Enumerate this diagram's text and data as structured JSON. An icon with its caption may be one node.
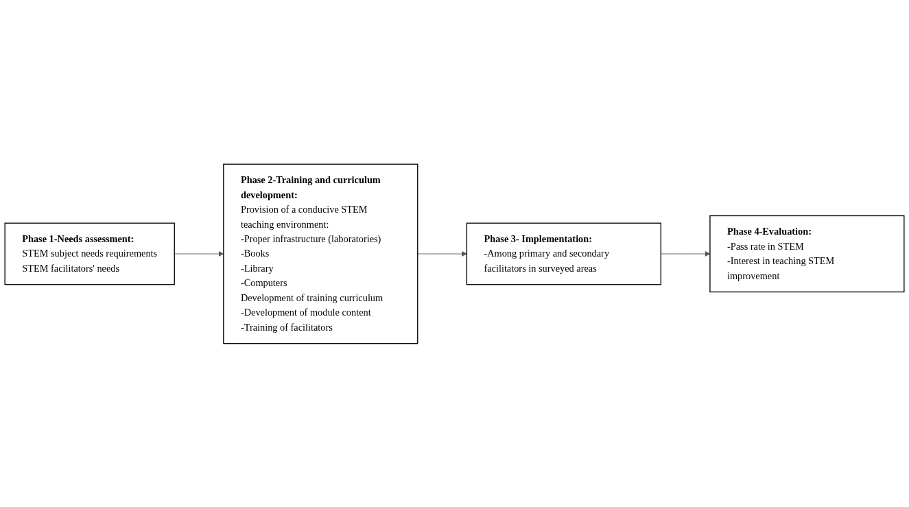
{
  "diagram": {
    "nodes": [
      {
        "text": [
          "Phase 1-Needs assessment:",
          "STEM subject needs requirements",
          "STEM facilitators' needs"
        ]
      },
      {
        "text": [
          "Phase 2-Training and curriculum development:",
          "Provision of a conducive STEM teaching environment:",
          "-Proper infrastructure (laboratories)",
          "-Books",
          "-Library",
          "-Computers",
          "Development of training curriculum",
          "-Development of module content",
          "-Training of facilitators"
        ]
      },
      {
        "text": [
          "Phase 3- Implementation:",
          "-Among primary and secondary facilitators in surveyed areas"
        ]
      },
      {
        "text": [
          "Phase 4-Evaluation:",
          "-Pass rate in STEM",
          "-Interest in teaching STEM improvement"
        ]
      }
    ],
    "edges": [
      {
        "from": 0,
        "to": 1,
        "arrow": "to"
      },
      {
        "from": 1,
        "to": 2,
        "arrow": "to"
      },
      {
        "from": 2,
        "to": 3,
        "arrow": "to"
      }
    ]
  }
}
